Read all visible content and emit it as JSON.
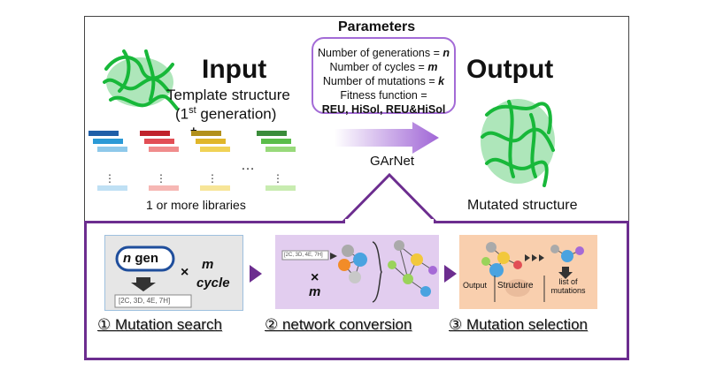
{
  "parameters": {
    "title": "Parameters",
    "line1_text": "Number of generations = ",
    "line1_var": "n",
    "line2_text": "Number of cycles = ",
    "line2_var": "m",
    "line3_text": "Number of mutations = ",
    "line3_var": "k",
    "line4_text": "Fitness function =",
    "line5_bold": "REU, HiSol, REU&HiSol"
  },
  "input": {
    "title": "Input",
    "subtitle_line1": "Template structure",
    "subtitle_line2_pre": "(1",
    "subtitle_line2_sup": "st",
    "subtitle_line2_post": " generation)",
    "plus": "+",
    "library_caption": "1 or more libraries"
  },
  "output": {
    "title": "Output",
    "caption": "Mutated structure"
  },
  "arrow_label": "GArNet",
  "steps": {
    "step1": {
      "label": "① Mutation search",
      "gen_var": "n",
      "gen_text": " gen",
      "times": "×",
      "cycle_var": "m",
      "cycle_text": "cycle",
      "mutation_list": "[2C, 3D, 4E, 7H]"
    },
    "step2": {
      "label": "② network conversion",
      "mutation_list": "[2C, 3D, 4E, 7H]",
      "times": "×",
      "m_var": "m"
    },
    "step3": {
      "label": "③ Mutation selection",
      "output_label": "Output",
      "structure_label": "Structure",
      "list_label_line1": "list of",
      "list_label_line2": "mutations"
    }
  },
  "colors": {
    "library_sets": [
      [
        "#1f5fa8",
        "#2b9ad6",
        "#8ec9ea",
        "#bfe0f4"
      ],
      [
        "#c0222b",
        "#e24e55",
        "#f08c8c",
        "#f6b7b4"
      ],
      [
        "#b2901a",
        "#e0b62a",
        "#f0d256",
        "#f7e598"
      ],
      [
        "#3a8c3a",
        "#5bbd4a",
        "#98d97a",
        "#c8ecb0"
      ]
    ],
    "protein": "#18b83a",
    "frame_purple": "#6c2d8f",
    "param_border": "#a36bd6",
    "arrow_gradient_start": "#ffffff",
    "arrow_gradient_end": "#a066d6"
  }
}
